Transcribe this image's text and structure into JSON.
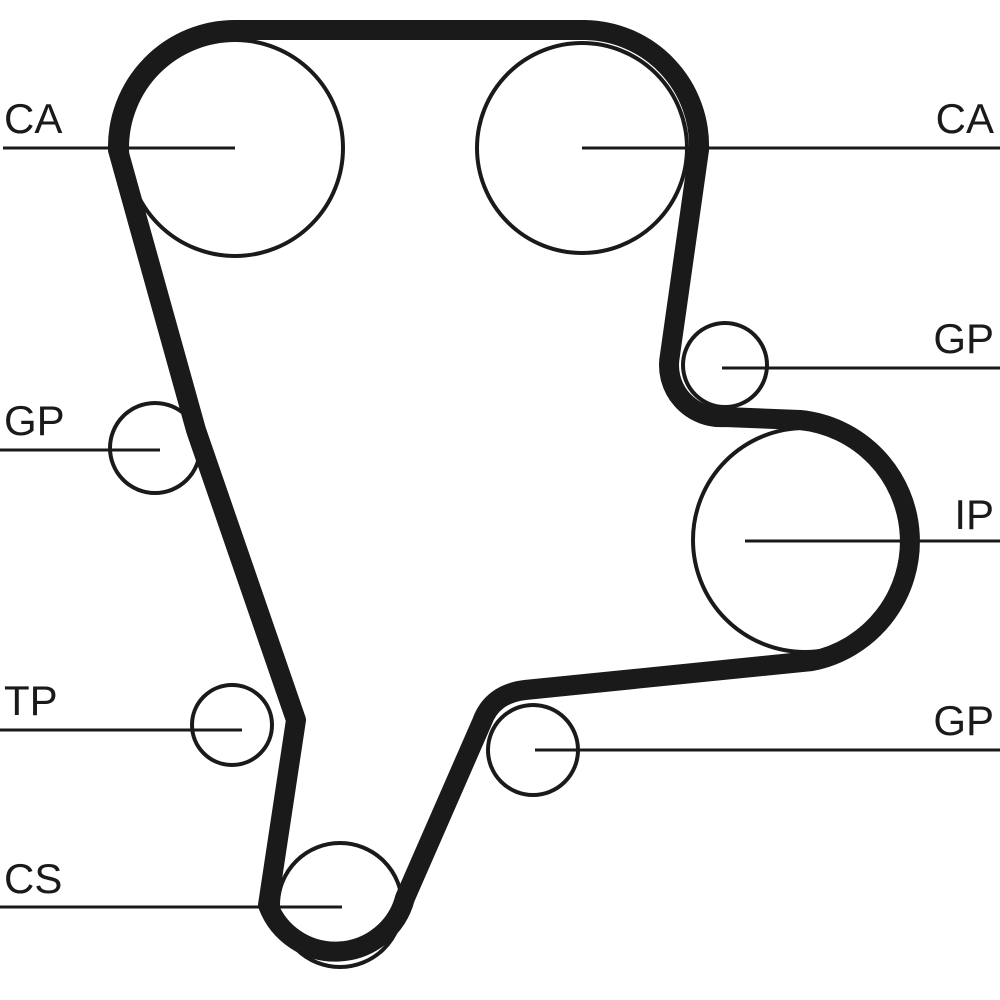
{
  "labels": {
    "camshaft_left": "CA",
    "camshaft_right": "CA",
    "guide_pulley_right_upper": "GP",
    "guide_pulley_left": "GP",
    "idler_pulley": "IP",
    "guide_pulley_right_lower": "GP",
    "tensioner_pulley": "TP",
    "crankshaft": "CS"
  },
  "colors": {
    "belt": "#1a1a1a",
    "line": "#1a1a1a",
    "background": "#ffffff"
  }
}
